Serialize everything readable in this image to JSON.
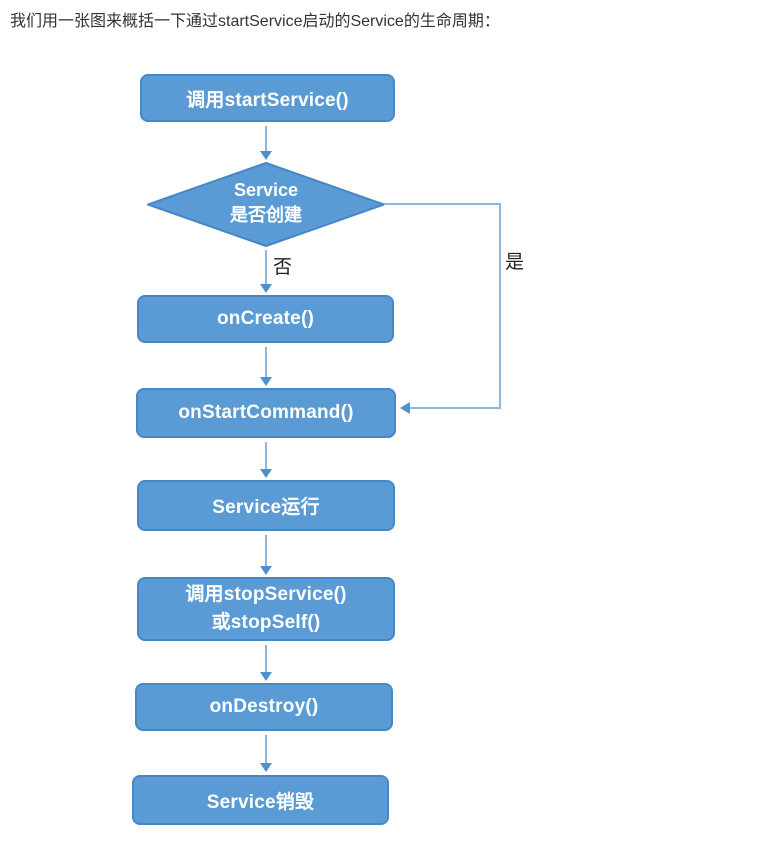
{
  "intro": {
    "text": "我们用一张图来概括一下通过startService启动的Service的生命周期："
  },
  "flowchart": {
    "nodes": {
      "start": {
        "label": "调用startService()"
      },
      "decision": {
        "line1": "Service",
        "line2": "是否创建"
      },
      "on_create": {
        "label": "onCreate()"
      },
      "on_start_command": {
        "label": "onStartCommand()"
      },
      "service_running": {
        "label": "Service运行"
      },
      "stop_service": {
        "line1": "调用stopService()",
        "line2": "或stopSelf()"
      },
      "on_destroy": {
        "label": "onDestroy()"
      },
      "service_destroyed": {
        "label": "Service销毁"
      }
    },
    "edges": {
      "no_label": "否",
      "yes_label": "是"
    },
    "colors": {
      "node_fill": "#5b9bd5",
      "node_border": "#4687c7",
      "node_text": "#ffffff",
      "connector": "#8ab6e0",
      "arrowhead": "#4f90cf",
      "intro_text": "#333333",
      "edge_label_text": "#222222"
    }
  }
}
